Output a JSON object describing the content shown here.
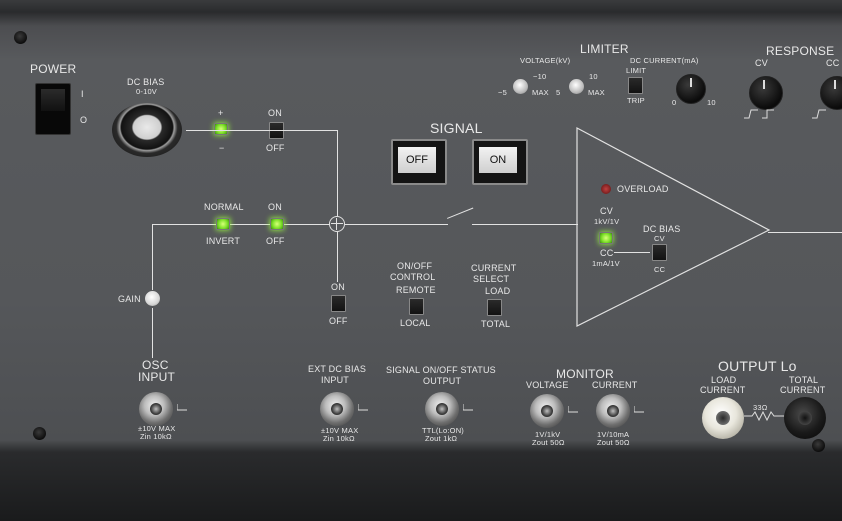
{
  "power": {
    "title": "POWER",
    "on": "I",
    "off": "O"
  },
  "dc_bias": {
    "title": "DC BIAS",
    "range": "0-10V",
    "plus": "+",
    "minus": "−",
    "on": "ON",
    "off": "OFF"
  },
  "signal": {
    "title": "SIGNAL",
    "off_label": "OFF",
    "on_label": "ON"
  },
  "limiter": {
    "title": "LIMITER",
    "voltage": "VOLTAGE(kV)",
    "v_low": "−5",
    "v_mid": "−10",
    "v_max": "MAX",
    "v2_low": "5",
    "v2_high": "10",
    "v2_max": "MAX",
    "current": "DC CURRENT(mA)",
    "limit": "LIMIT",
    "trip": "TRIP",
    "c_low": "0",
    "c_high": "10"
  },
  "response": {
    "title": "RESPONSE",
    "cv": "CV",
    "cc": "CC"
  },
  "amp": {
    "overload": "OVERLOAD",
    "cv": "CV",
    "cv_sub": "1kV/1V",
    "cc": "CC",
    "cc_sub": "1mA/1V",
    "dcb": "DC BIAS",
    "dcb_cv": "CV",
    "dcb_cc": "CC"
  },
  "osc": {
    "normal": "NORMAL",
    "invert": "INVERT",
    "on": "ON",
    "off": "OFF",
    "gain": "GAIN",
    "input_l1": "OSC",
    "input_l2": "INPUT",
    "spec1": "±10V  MAX",
    "spec2": "Zin  10kΩ"
  },
  "ext_dc": {
    "on": "ON",
    "off": "OFF",
    "l1": "EXT DC BIAS",
    "l2": "INPUT",
    "spec1": "±10V  MAX",
    "spec2": "Zin  10kΩ"
  },
  "onoff": {
    "l1": "ON/OFF",
    "l2": "CONTROL",
    "remote": "REMOTE",
    "local": "LOCAL"
  },
  "current_select": {
    "l1": "CURRENT",
    "l2": "SELECT",
    "load": "LOAD",
    "total": "TOTAL"
  },
  "status": {
    "l1": "SIGNAL  ON/OFF  STATUS",
    "l2": "OUTPUT",
    "spec1": "TTL(Lo:ON)",
    "spec2": "Zout  1kΩ"
  },
  "monitor": {
    "title": "MONITOR",
    "voltage": "VOLTAGE",
    "current": "CURRENT",
    "v1": "1V/1kV",
    "v2": "Zout  50Ω",
    "c1": "1V/10mA",
    "c2": "Zout  50Ω"
  },
  "output": {
    "title": "OUTPUT Lo",
    "load1": "LOAD",
    "load2": "CURRENT",
    "total1": "TOTAL",
    "total2": "CURRENT",
    "res": "33Ω"
  }
}
